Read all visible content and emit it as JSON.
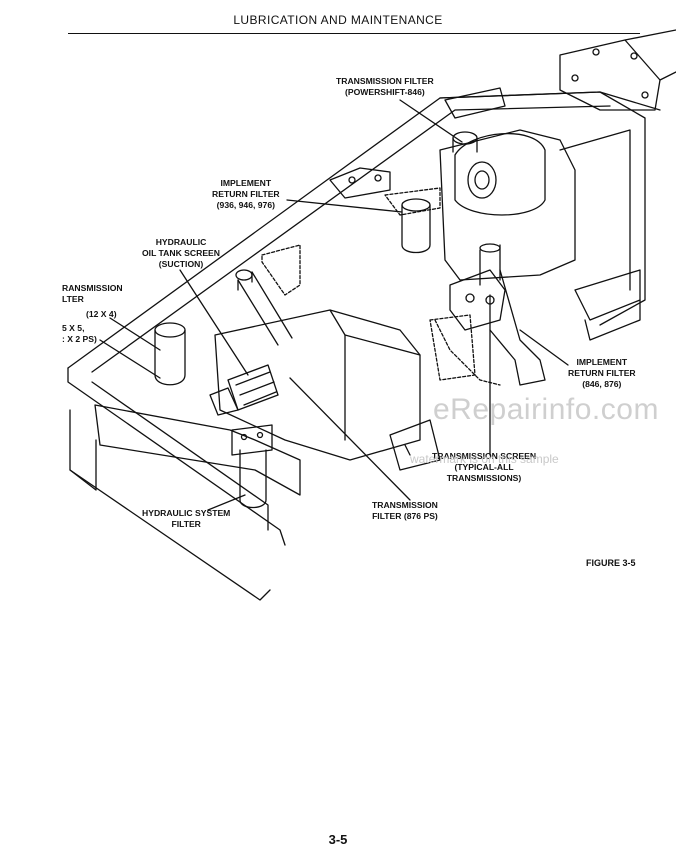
{
  "header": {
    "title": "LUBRICATION AND MAINTENANCE"
  },
  "labels": {
    "trans_filter_ps": "TRANSMISSION FILTER\n(POWERSHIFT-846)",
    "implement_return_top": "IMPLEMENT\nRETURN FILTER\n(936, 946, 976)",
    "hyd_tank_screen": "HYDRAULIC\nOIL TANK SCREEN\n(SUCTION)",
    "trans_filter_left": "RANSMISSION\nLTER",
    "size_12x4": "(12 X 4)",
    "size_5x5": "5 X 5,\n: X 2 PS)",
    "implement_return_right": "IMPLEMENT\nRETURN FILTER\n(846, 876)",
    "trans_screen": "TRANSMISSION SCREEN\n(TYPICAL-ALL\nTRANSMISSIONS)",
    "trans_filter_876": "TRANSMISSION\nFILTER (876 PS)",
    "hyd_system_filter": "HYDRAULIC SYSTEM\nFILTER"
  },
  "watermark": {
    "site": "eRepairinfo.com",
    "note": "watermark is on this sample"
  },
  "figure": {
    "caption": "FIGURE 3-5"
  },
  "page": {
    "number": "3-5"
  },
  "colors": {
    "ink": "#111111",
    "watermark": "#cfcfcf"
  }
}
